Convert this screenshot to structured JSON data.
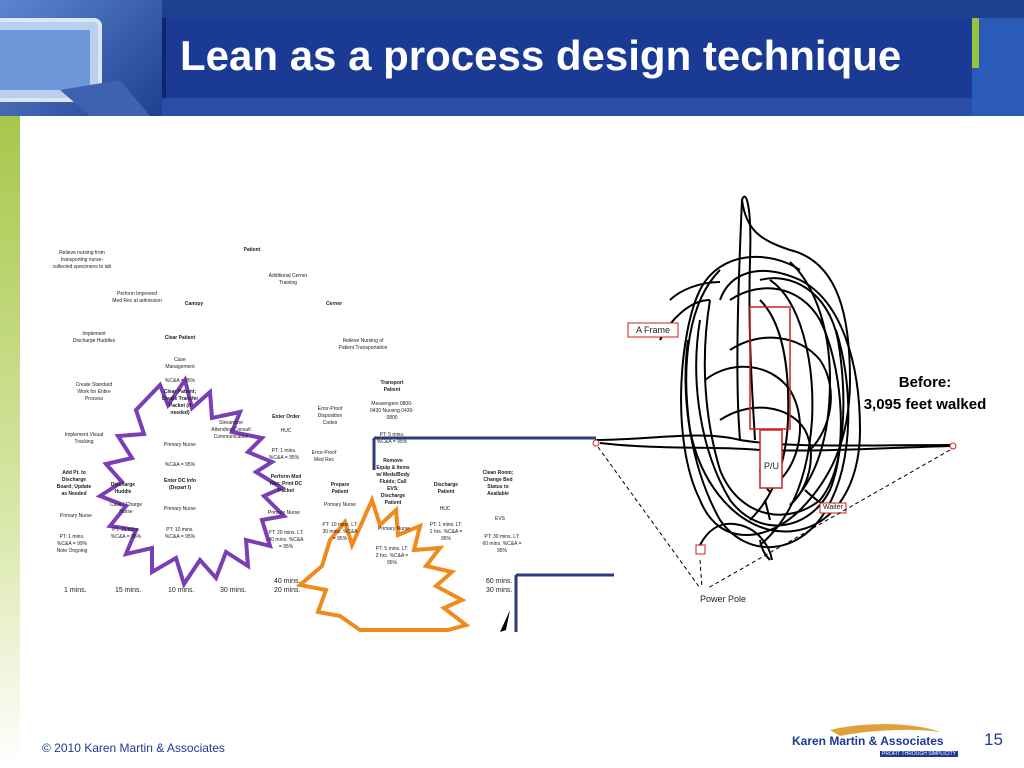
{
  "slide": {
    "title": "Lean as a process design technique",
    "footer": "© 2010 Karen Martin & Associates",
    "page_number": "15",
    "company_logo": {
      "name": "Karen Martin & Associates",
      "tagline": "PROFIT THROUGH SIMPLICITY",
      "colors": {
        "navy": "#1b3a94",
        "gold": "#e0a13a"
      }
    }
  },
  "colors": {
    "header_blue": "#1b3a94",
    "accent_green": "#96c33b",
    "kaizen_purple": "#7b3fb5",
    "kaizen_orange": "#f08a1c",
    "map_red": "#cc2222"
  },
  "vsm": {
    "labels": {
      "patient": "Patient",
      "relieve_nursing_lab": "Relieve nursing from transporting nurse-collected specimens to lab",
      "additional_cerner": "Additional Cerner Training",
      "perform_med_rec": "Perform Improved Med Rec at admission",
      "canopy": "Canopy",
      "cerner": "Cerner",
      "implement_huddles": "Implement Discharge Huddles",
      "clear_patient": "Clear Patient",
      "case_management": "Case Management",
      "relieve_nursing_transport": "Relieve Nursing of Patient Transportation",
      "cna_1": "%C&A = 95%",
      "create_standard_work": "Create Standard Work for Entire Process",
      "clear_patient_2": "Clear Patient; Create Transfer Packet (if needed)",
      "streamline": "Streamline Attending/Consult Communication",
      "enter_order": "Enter Order",
      "huc_1": "HUC",
      "error_proof_disposition": "Error-Proof Disposition Codes",
      "transport_patient": "Transport Patient",
      "messengers": "Messengers 0800-0430 Nursing 0430-0800",
      "implement_visual": "Implement Visual Tracking",
      "primary_nurse_1": "Primary Nurse",
      "pt_enter_order": "PT: 1 mins. %C&A = 95%",
      "error_proof_med_rec": "Error-Proof Med Rec",
      "pt_transport": "PT: 5 mins. %C&A = 95%",
      "cna_2": "%C&A = 95%",
      "remove_equip": "Remove Equip & Items w/ Meds/Body Fluids; Call EVS; Discharge Patient",
      "clean_room": "Clean Room; Change Bed Status to Available",
      "add_pt": "Add Pt. to Discharge Board; Update as Needed",
      "enter_dc": "Enter DC Info (Depart I)",
      "perform_med_rec_print": "Perform Med Rec; Print DC Packet",
      "prepare_patient": "Prepare Patient",
      "discharge_patient": "Discharge Patient",
      "discharge_huddle": "Discharge Huddle",
      "case_charge_nurse": "Case / Charge Nurse",
      "primary_nurse_2": "Primary Nurse",
      "primary_nurse_3": "Primary Nurse",
      "primary_nurse_4": "Primary Nurse",
      "primary_nurse_5": "Primary Nurse",
      "primary_nurse_6": "Primary Nurse",
      "huc_2": "HUC",
      "evs": "EVS",
      "pt_add": "PT: 1 mins. %C&A = 99% Note Ongoing",
      "pt_huddle": "PT: 15 mins. %C&A = 95%",
      "pt_enter_dc": "PT: 10 mins. %C&A = 95%",
      "pt_med_rec": "PT: 20 mins. LT: 40 mins. %C&A = 95%",
      "pt_prepare": "PT: 10 mins. LT: 30 mins. %C&A = 95%",
      "pt_remove": "PT: 5 mins. LT: 2 hrs. %C&A = 95%",
      "pt_discharge": "PT: 1 mins. LT: 1 hrs. %C&A = 95%",
      "pt_clean": "PT: 30 mins. LT: 60 mins. %C&A = 95%"
    },
    "timeline_top": [
      "40 mins.",
      "60 mins."
    ],
    "timeline_bottom": [
      "1 mins.",
      "15 mins.",
      "10 mins.",
      "30 mins.",
      "20 mins.",
      "30 mins."
    ]
  },
  "spaghetti": {
    "a_frame": "A Frame",
    "pu": "P/U",
    "waiter": "Waiter",
    "power_pole": "Power Pole",
    "before_line1": "Before:",
    "before_line2": "3,095 feet walked"
  }
}
